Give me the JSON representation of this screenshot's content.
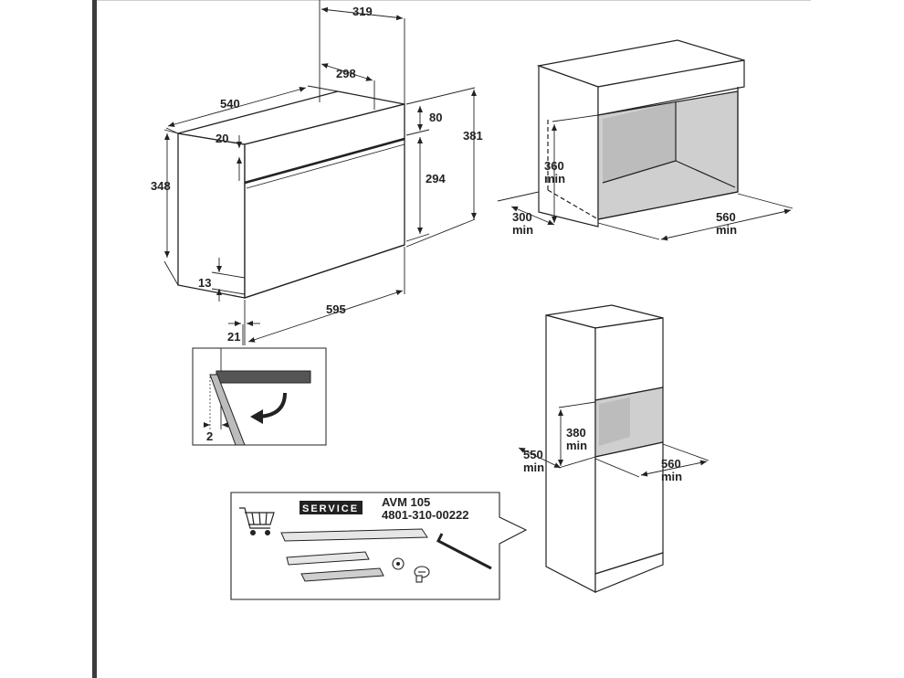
{
  "diagram": {
    "oven": {
      "dims": {
        "depth_total": "319",
        "depth_body": "298",
        "width_top": "540",
        "panel_height": "80",
        "height_total": "381",
        "gap_top": "20",
        "height_side": "348",
        "door_height": "294",
        "gap_bottom": "13",
        "width_front": "595",
        "door_depth": "21"
      }
    },
    "detail": {
      "gap": "2"
    },
    "wall_cabinet": {
      "height": "360",
      "height_unit": "min",
      "depth": "300",
      "depth_unit": "min",
      "width": "560",
      "width_unit": "min"
    },
    "column": {
      "height": "380",
      "height_unit": "min",
      "depth": "550",
      "depth_unit": "min",
      "width": "560",
      "width_unit": "min"
    },
    "service": {
      "badge": "SERVICE",
      "model": "AVM 105",
      "part_code": "4801-310-00222"
    }
  },
  "colors": {
    "line": "#222222",
    "rail": "#3c3c3c",
    "fill_grey": "#cfcfcf",
    "fill_dark": "#bcbcbc"
  },
  "icons": [
    "shopping-cart-icon",
    "rotate-arrow-icon",
    "hex-key-icon",
    "screw-icon",
    "washer-icon"
  ]
}
